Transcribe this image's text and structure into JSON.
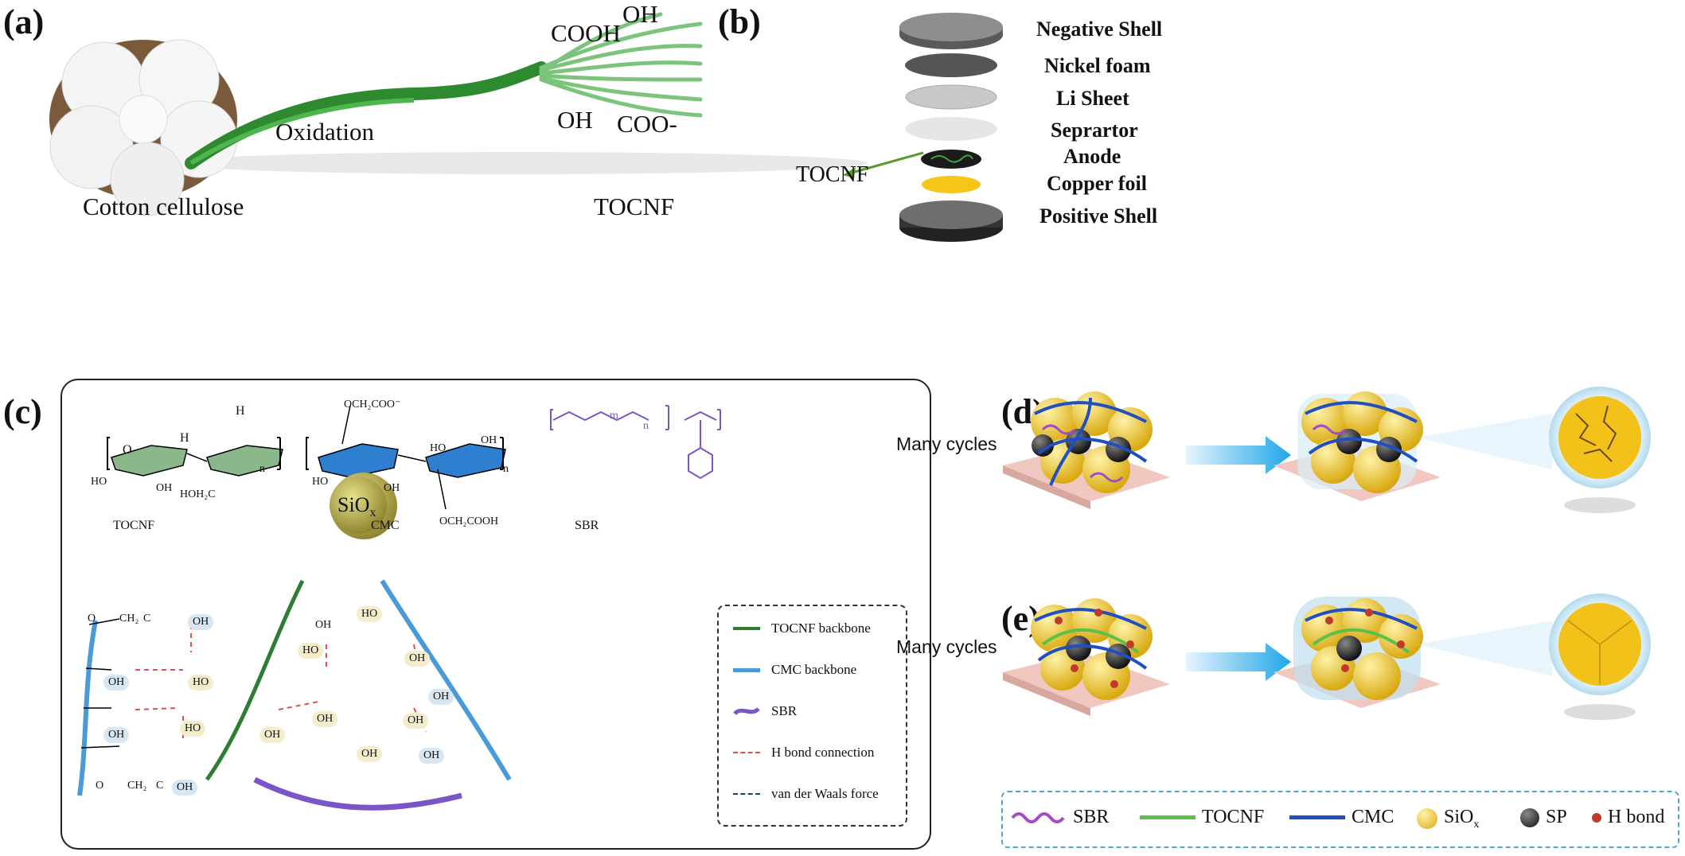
{
  "panel_a": {
    "label": "(a)",
    "cotton_label": "Cotton cellulose",
    "oxidation_label": "Oxidation",
    "tocnf_label": "TOCNF",
    "groups": [
      "OH",
      "COOH",
      "OH",
      "COO-"
    ]
  },
  "panel_b": {
    "label": "(b)",
    "layers": [
      "Negative Shell",
      "Nickel foam",
      "Li Sheet",
      "Seprartor",
      "Anode",
      "Copper foil",
      "Positive Shell"
    ],
    "tocnf_pointer": "TOCNF",
    "colors": {
      "shell": "#8a8a8a",
      "foam": "#555555",
      "li": "#c8c8c8",
      "separator": "#e6e6e6",
      "anode": "#1b1b1b",
      "copper": "#f5c518",
      "arrow": "#5a9a2a"
    }
  },
  "panel_c": {
    "label": "(c)",
    "structures": [
      {
        "name": "TOCNF",
        "color": "#8ab88a"
      },
      {
        "name": "CMC",
        "color": "#2f7fd0"
      },
      {
        "name": "SBR",
        "color": "#7a55c8"
      }
    ],
    "chem": {
      "och2coo": "OCH₂COO⁻",
      "och2cooh": "OCH₂COOH",
      "hoh2c": "HOH₂C",
      "oh": "OH",
      "ho": "HO",
      "h": "H",
      "o": "O",
      "m": "m",
      "n": "n",
      "ch2": "CH₂",
      "c": "C",
      "siox_main": "SiO",
      "siox_sub": "x"
    },
    "legend": [
      {
        "label": "TOCNF backbone",
        "color": "#2e7d32",
        "style": "solid"
      },
      {
        "label": "CMC backbone",
        "color": "#4a9ad8",
        "style": "solid"
      },
      {
        "label": "SBR",
        "color": "#7a55c8",
        "style": "wave"
      },
      {
        "label": "H bond connection",
        "color": "#e05050",
        "style": "dashed"
      },
      {
        "label": "van der Waals force",
        "color": "#1a3a8a",
        "style": "dashed"
      }
    ]
  },
  "panel_d": {
    "label": "(d)",
    "arrow_text": "Many cycles"
  },
  "panel_e": {
    "label": "(e)",
    "arrow_text": "Many cycles",
    "legend": [
      {
        "label": "SBR",
        "color": "#a24cc8"
      },
      {
        "label": "TOCNF",
        "color": "#5cc04a"
      },
      {
        "label": "CMC",
        "color": "#1f4fc0"
      },
      {
        "label": "SiO",
        "sub": "x",
        "color": "#f2c21a"
      },
      {
        "label": "SP",
        "color": "#333333"
      },
      {
        "label": "H bond",
        "color": "#c0392b"
      }
    ]
  }
}
